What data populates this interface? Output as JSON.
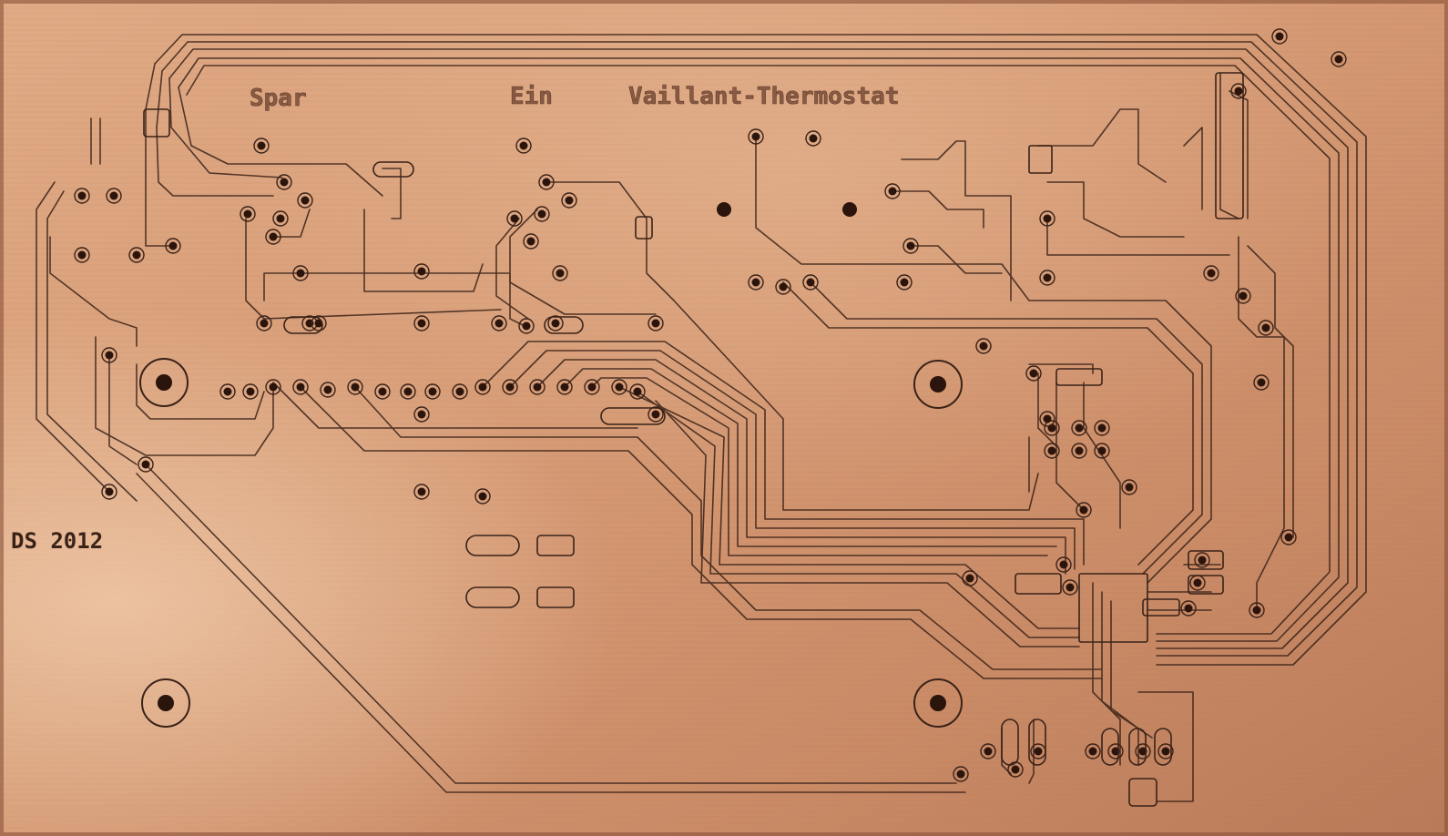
{
  "photo": {
    "labels": {
      "spar": "Spar",
      "ein": "Ein",
      "title": "Vaillant-Thermostat",
      "signature": "DS 2012"
    },
    "colors": {
      "copper_light": "#e4b08c",
      "copper_mid": "#c98a66",
      "copper_dark": "#a86a4c",
      "etched_line": "#3a2218",
      "silkscreen_text": "#8a5a42",
      "mark_text": "#3a2218"
    }
  }
}
